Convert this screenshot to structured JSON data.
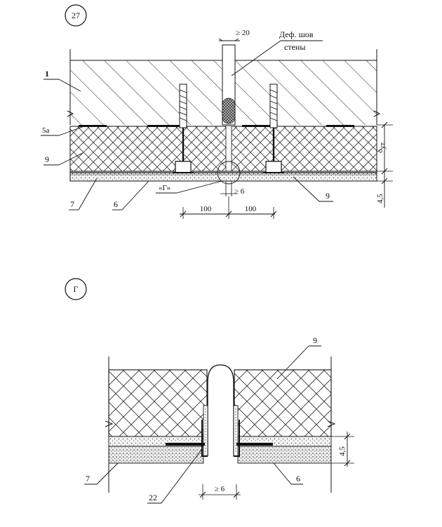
{
  "figure_top": {
    "number": "27",
    "labels": {
      "wall": "1",
      "fastener_plate": "5а",
      "insulation_left": "9",
      "insulation_right": "9",
      "plaster_base": "7",
      "plaster_finish": "6",
      "joint_gap_top": "≥ 20",
      "deformation_joint_line1": "Деф. шов",
      "deformation_joint_line2": "стены",
      "detail_callout": "«Г»",
      "joint_gap_bottom": "≥ 6",
      "insulation_thickness": "δ",
      "insulation_thickness_sub": "ут",
      "plaster_thickness": "4,5",
      "dim_left": "100",
      "dim_right": "100"
    }
  },
  "figure_detail": {
    "callout": "Г",
    "labels": {
      "insulation": "9",
      "plaster_base": "7",
      "plaster_finish": "6",
      "mesh_corner": "22",
      "joint_gap": "≥ 6",
      "plaster_thickness": "4,5"
    }
  }
}
